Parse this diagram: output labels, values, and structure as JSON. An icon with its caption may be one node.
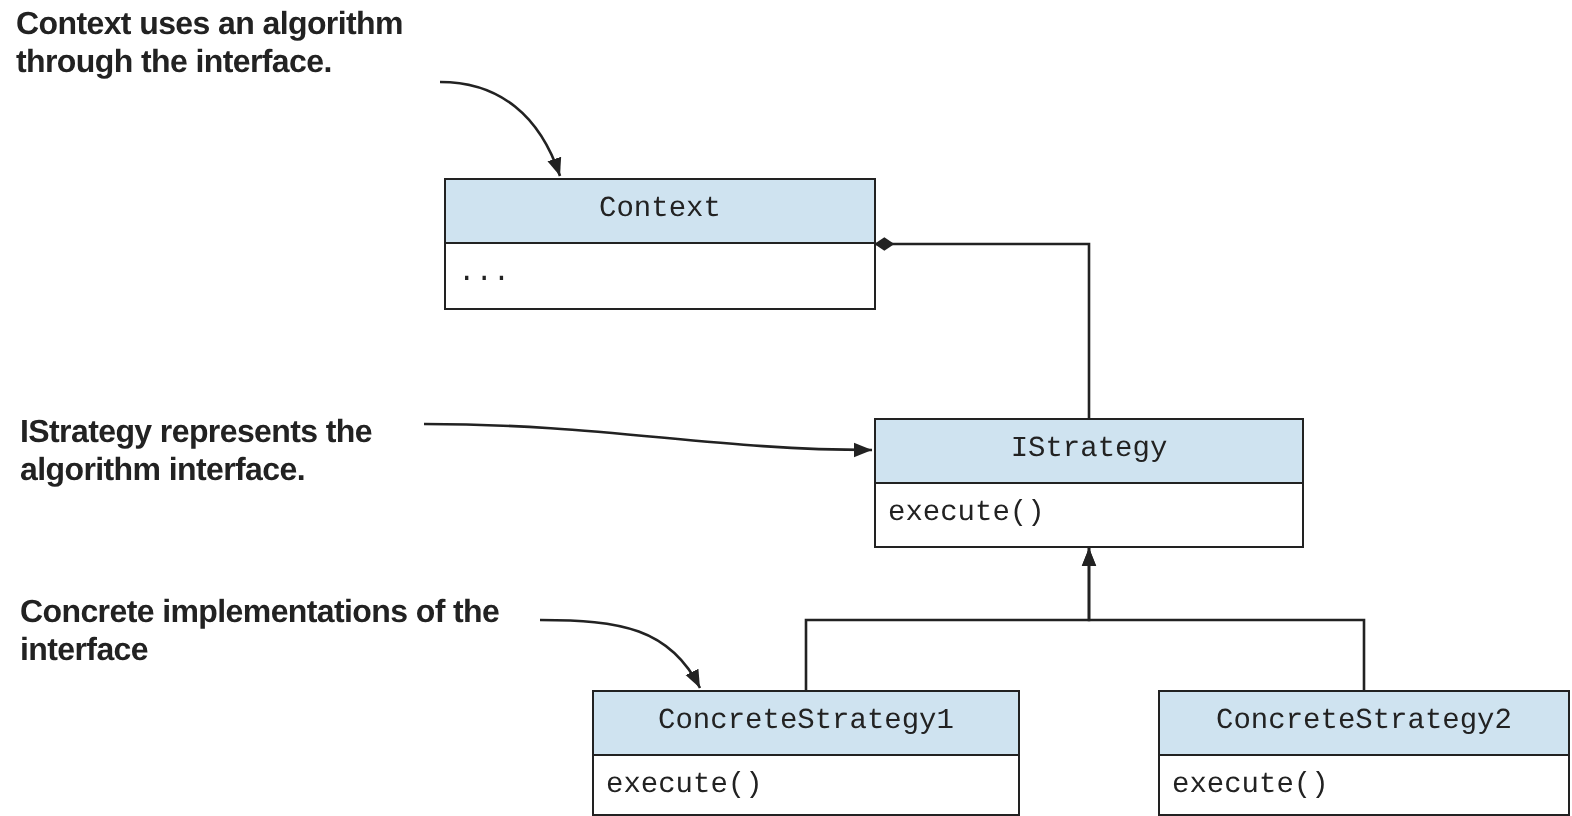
{
  "diagram": {
    "nodes": [
      {
        "text": [
          "Context uses an algorithm through the interface."
        ]
      },
      {
        "text": [
          "Context",
          "..."
        ]
      },
      {
        "text": [
          "IStrategy represents the algorithm interface."
        ]
      },
      {
        "text": [
          "IStrategy",
          "execute()"
        ]
      },
      {
        "text": [
          "Concrete implementations of the interface"
        ]
      },
      {
        "text": [
          "ConcreteStrategy1",
          "execute()"
        ]
      },
      {
        "text": [
          "ConcreteStrategy2",
          "execute()"
        ]
      }
    ],
    "edges": [
      {
        "from": 0,
        "to": 1,
        "arrow": "to"
      },
      {
        "from": 2,
        "to": 3,
        "arrow": "to"
      },
      {
        "from": 4,
        "to": 5,
        "arrow": "to"
      },
      {
        "from": 1,
        "to": 3,
        "arrow": "other"
      },
      {
        "from": 5,
        "to": 3,
        "arrow": "to"
      },
      {
        "from": 6,
        "to": 3,
        "arrow": "to"
      }
    ]
  }
}
